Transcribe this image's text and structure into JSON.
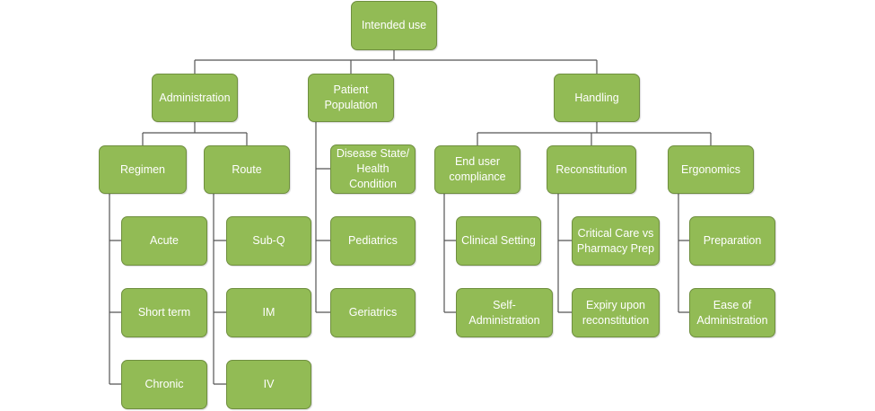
{
  "colors": {
    "node_fill": "#92bb55",
    "node_border": "#6f8f3f",
    "connector": "#555555",
    "text": "#ffffff"
  },
  "nodes": {
    "root": "Intended use",
    "administration": "Administration",
    "patient_population": "Patient\nPopulation",
    "handling": "Handling",
    "regimen": "Regimen",
    "route": "Route",
    "acute": "Acute",
    "short_term": "Short term",
    "chronic": "Chronic",
    "subq": "Sub-Q",
    "im": "IM",
    "iv": "IV",
    "disease_state": "Disease State/\nHealth Condition",
    "pediatrics": "Pediatrics",
    "geriatrics": "Geriatrics",
    "end_user_compliance": "End user\ncompliance",
    "reconstitution": "Reconstitution",
    "ergonomics": "Ergonomics",
    "clinical_setting": "Clinical Setting",
    "self_administration": "Self-Administration",
    "critical_care": "Critical  Care vs\nPharmacy Prep",
    "expiry": "Expiry upon\nreconstitution",
    "preparation": "Preparation",
    "ease_of_administration": "Ease of\nAdministration"
  }
}
